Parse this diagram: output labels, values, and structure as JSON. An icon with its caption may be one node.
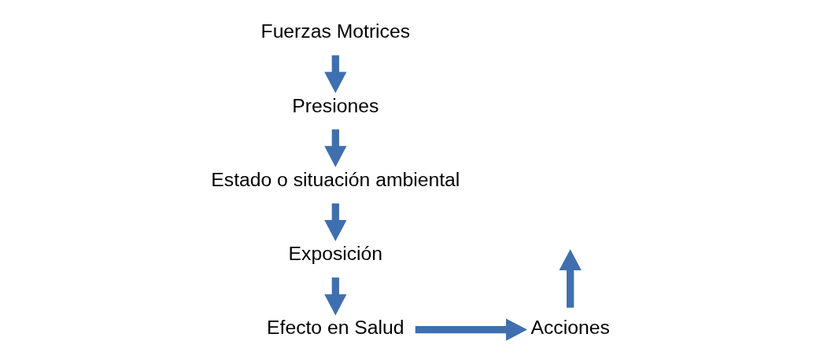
{
  "diagram": {
    "nodes": [
      {
        "text": [
          "Fuerzas Motrices"
        ]
      },
      {
        "text": [
          "Presiones"
        ]
      },
      {
        "text": [
          "Estado o situación ambiental"
        ]
      },
      {
        "text": [
          "Exposición"
        ]
      },
      {
        "text": [
          "Efecto en Salud"
        ]
      },
      {
        "text": [
          "Acciones"
        ]
      }
    ],
    "edges": [
      {
        "from": 0,
        "to": 1,
        "arrow": "to"
      },
      {
        "from": 1,
        "to": 2,
        "arrow": "to"
      },
      {
        "from": 2,
        "to": 3,
        "arrow": "to"
      },
      {
        "from": 3,
        "to": 4,
        "arrow": "to"
      },
      {
        "from": 4,
        "to": 5,
        "arrow": "to"
      },
      {
        "from": 5,
        "to": null,
        "arrow": "to"
      }
    ]
  }
}
